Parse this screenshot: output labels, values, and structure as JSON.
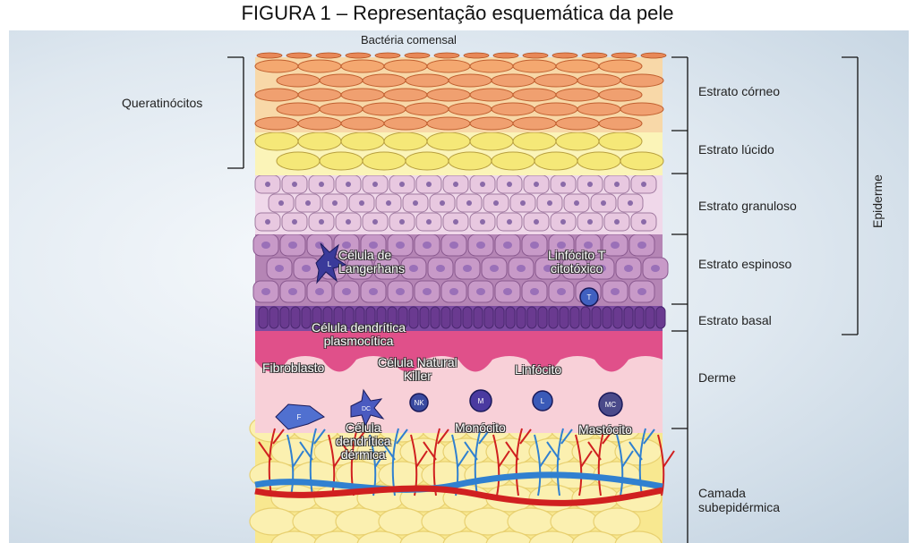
{
  "figure_title": "FIGURA 1 – Representação esquemática da pele",
  "top_label": "Bactéria comensal",
  "left_label": "Queratinócitos",
  "layers": [
    "Estrato córneo",
    "Estrato lúcido",
    "Estrato granuloso",
    "Estrato espinoso",
    "Estrato basal",
    "Derme",
    "Camada\nsubepidérmica"
  ],
  "group_label": "Epiderme",
  "cells": {
    "langerhans": "Célula de\nLangerhans",
    "lymph_t": "Linfócito T\ncitotóxico",
    "pdc": "Célula dendrítica\nplasmocítica",
    "fibroblast": "Fibroblasto",
    "nk": "Célula Natural\nKiller",
    "lymph": "Linfócito",
    "ddc": "Célula\ndendrítica\ndérmica",
    "monocyte": "Monócito",
    "mast": "Mastócito"
  },
  "cell_markers": {
    "langerhans": "L",
    "lymph_t": "T",
    "fibroblast": "F",
    "ddc": "DC",
    "nk": "NK",
    "monocyte": "M",
    "lymph": "L",
    "mast": "MC"
  },
  "colors": {
    "corneum": "#f0a070",
    "lucidum": "#f5e878",
    "granulosum": "#e8c8e0",
    "spinosum": "#b585b5",
    "basal": "#6a3a90",
    "dermis_top": "#e0508a",
    "dermis": "#f8d0d8",
    "fat": "#f8e890",
    "artery": "#d02020",
    "vein": "#3080d0"
  }
}
